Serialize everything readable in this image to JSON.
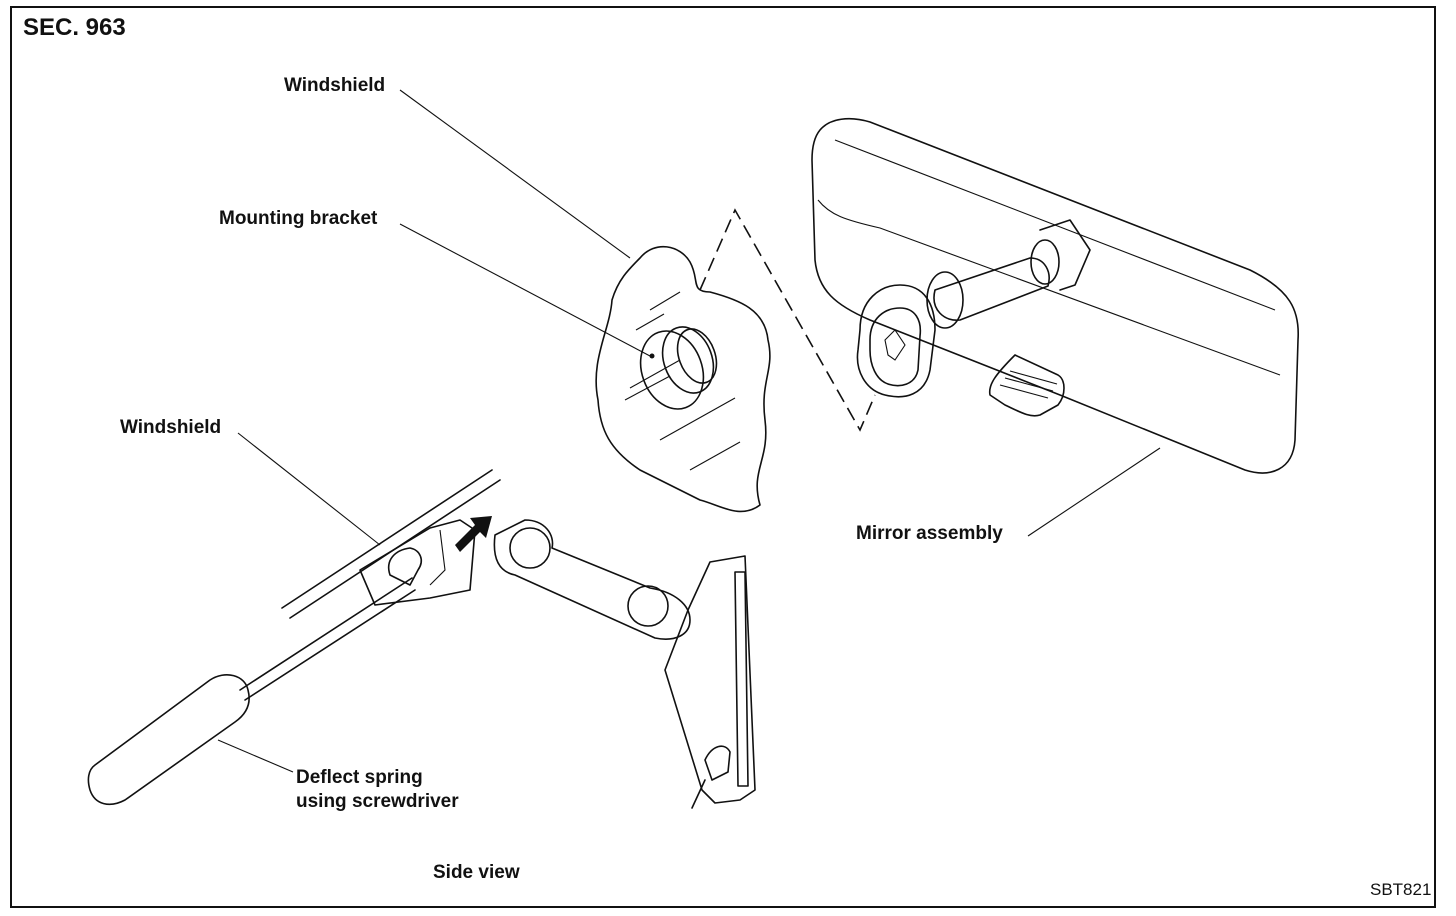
{
  "header": {
    "section": "SEC. 963"
  },
  "labels": {
    "windshield_top": "Windshield",
    "mounting_bracket": "Mounting bracket",
    "windshield_side": "Windshield",
    "mirror_assembly": "Mirror assembly",
    "deflect_line1": "Deflect spring",
    "deflect_line2": "using screwdriver",
    "side_view": "Side view"
  },
  "footer": {
    "figure_code": "SBT821"
  }
}
